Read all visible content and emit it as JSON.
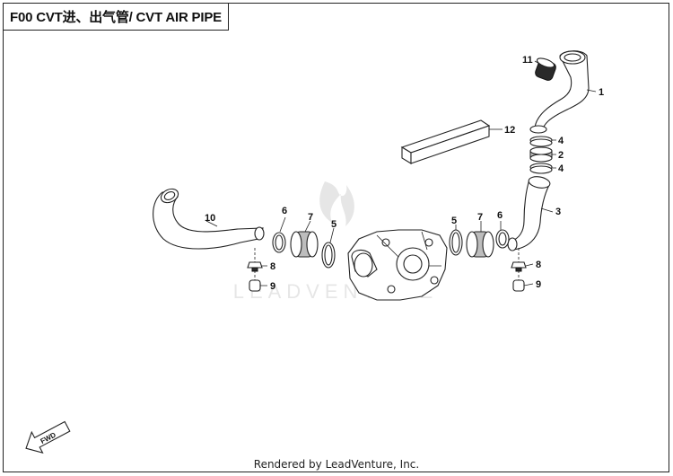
{
  "title": "F00 CVT进、出气管/ CVT AIR PIPE",
  "footer": "Rendered by LeadVenture, Inc.",
  "watermark": "LEADVENTURE",
  "fwd_label": "FWD",
  "callouts": {
    "c1": "1",
    "c2": "2",
    "c3": "3",
    "c4a": "4",
    "c4b": "4",
    "c5a": "5",
    "c5b": "5",
    "c6a": "6",
    "c6b": "6",
    "c7a": "7",
    "c7b": "7",
    "c8a": "8",
    "c8b": "8",
    "c9a": "9",
    "c9b": "9",
    "c10": "10",
    "c11": "11",
    "c12": "12"
  }
}
